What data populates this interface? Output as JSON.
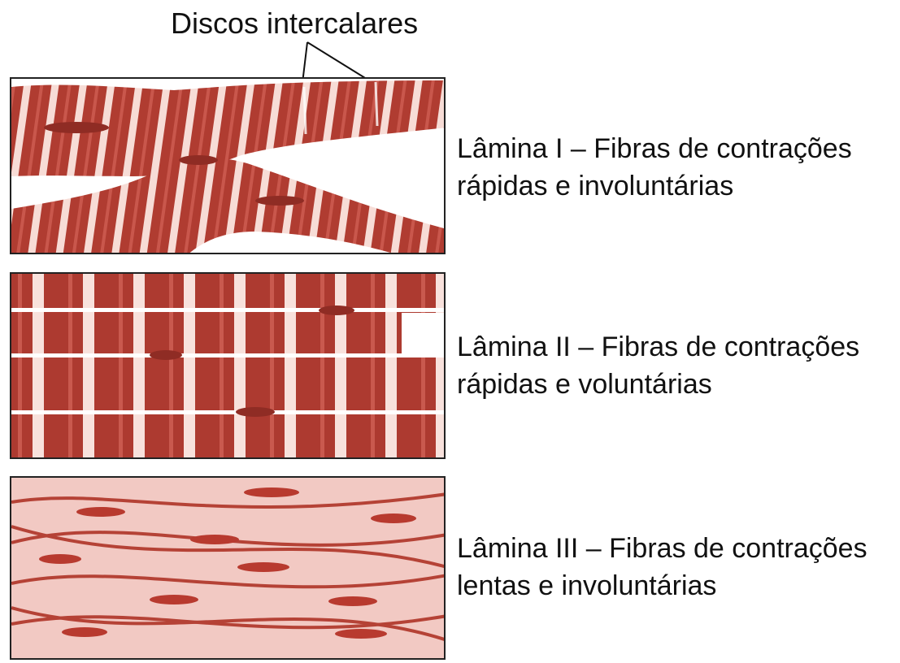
{
  "callout": {
    "label": "Discos intercalares"
  },
  "panels": [
    {
      "line1": "Lâmina I – Fibras de contrações",
      "line2": "rápidas e involuntárias"
    },
    {
      "line1": "Lâmina II – Fibras de contrações",
      "line2": "rápidas e voluntárias"
    },
    {
      "line1": "Lâmina III – Fibras de contrações",
      "line2": "lentas e involuntárias"
    }
  ],
  "colors": {
    "muscle_dark": "#a8382e",
    "muscle_mid": "#c4544a",
    "muscle_light": "#f5dcd8",
    "stripe": "#fbeeec",
    "border": "#222222"
  }
}
